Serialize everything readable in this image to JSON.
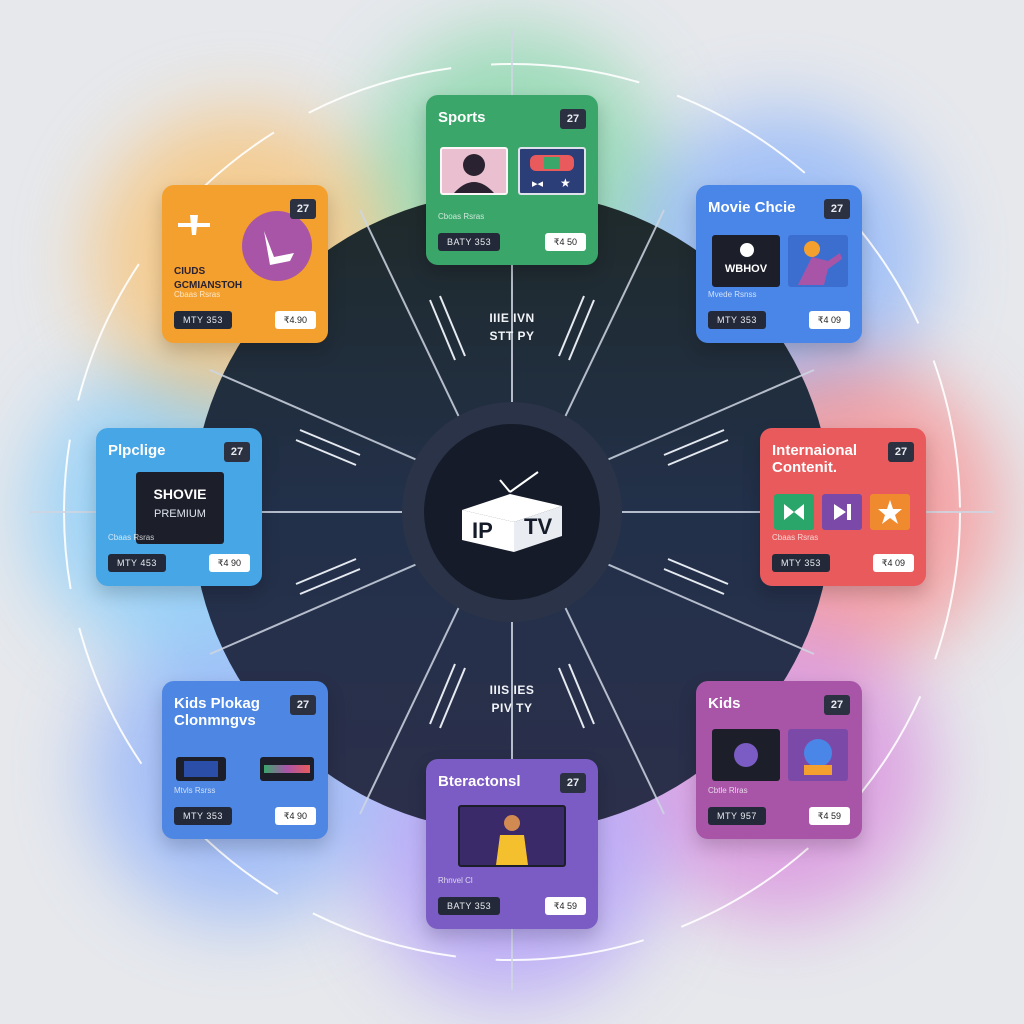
{
  "center": {
    "logo_left": "IP",
    "logo_right": "TV"
  },
  "wheel_labels": {
    "top_line1": "IIIE IVN",
    "top_line2": "STT PY",
    "bottom_line1": "IIIS IES",
    "bottom_line2": "PIV TY"
  },
  "cards": [
    {
      "id": "sports",
      "title": "Sports",
      "badge": "27",
      "small": "Cboas Rsras",
      "pill": "BATY 353",
      "price": "₹4 50"
    },
    {
      "id": "movie-choice",
      "title": "Movie Chcie",
      "badge": "27",
      "small": "Mvede Rsnss",
      "pill": "MTY 353",
      "price": "₹4 09",
      "thumb_text": "WBHOV"
    },
    {
      "id": "international",
      "title": "Internaional Contenit.",
      "badge": "27",
      "small": "Cbaas Rsras",
      "pill": "MTY 353",
      "price": "₹4 09"
    },
    {
      "id": "kids-right",
      "title": "Kids",
      "badge": "27",
      "small": "Cbtle Rlras",
      "pill": "MTY 957",
      "price": "₹4 59"
    },
    {
      "id": "interactive",
      "title": "Bteractonsl",
      "badge": "27",
      "small": "Rhnvel Cl",
      "pill": "BATY 353",
      "price": "₹4 59"
    },
    {
      "id": "kids-left",
      "title": "Kids Plokag Clonmngvs",
      "badge": "27",
      "small": "Mtvls Rsrss",
      "pill": "MTY 353",
      "price": "₹4 90"
    },
    {
      "id": "package",
      "title": "Plpclige",
      "badge": "27",
      "small": "Cbaas Rsras",
      "pill": "MTY 453",
      "price": "₹4 90",
      "thumb_title": "SHOVIE",
      "thumb_sub": "PREMIUM"
    },
    {
      "id": "clubs",
      "title": "CIUDS GCMIANSTOH",
      "badge": "27",
      "small": "Cbaas Rsras",
      "pill": "MTY 353",
      "price": "₹4.90"
    }
  ],
  "colors": {
    "sports": "#3aa66a",
    "movie-choice": "#4a86e8",
    "international": "#e85a5c",
    "kids-right": "#a855a8",
    "interactive": "#7b5cc4",
    "kids-left": "#4d86e3",
    "package": "#47a6e6",
    "clubs": "#f4a02e",
    "wheel_dark": "#1d2233",
    "hub": "#151b28"
  }
}
